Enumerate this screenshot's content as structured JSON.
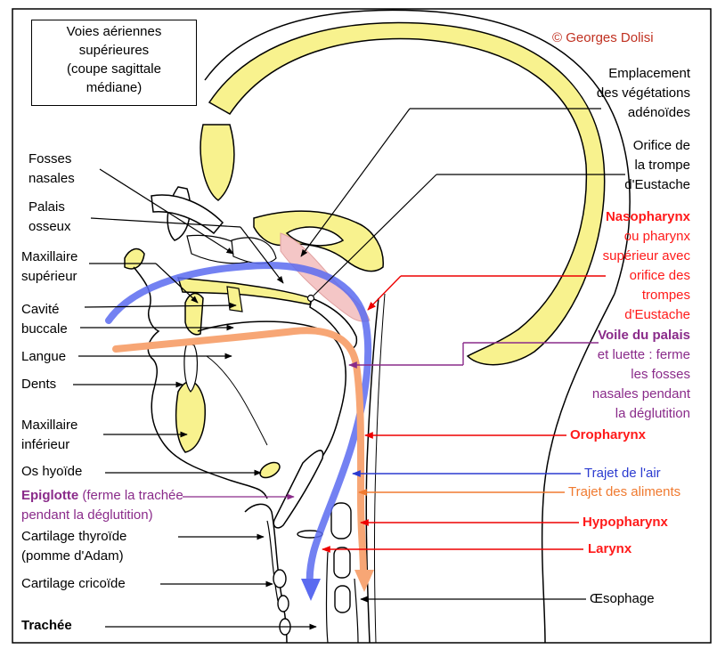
{
  "title": [
    "Voies aériennes",
    "supérieures",
    "(coupe sagittale",
    "médiane)"
  ],
  "copyright": "© Georges Dolisi",
  "colors": {
    "bone": "#f8f28e",
    "air": "#5b6bf0",
    "food": "#f7a675",
    "nasopharynx": "#ff1a1a",
    "soft_palate": "#8a2b8a",
    "pink_tissue": "#f4c6c6"
  },
  "labels": {
    "fosses_nasales": [
      "Fosses",
      "nasales"
    ],
    "palais_osseux": [
      "Palais",
      "osseux"
    ],
    "maxillaire_superieur": [
      "Maxillaire",
      "supérieur"
    ],
    "cavite_buccale": [
      "Cavité",
      "buccale"
    ],
    "langue": "Langue",
    "dents": "Dents",
    "maxillaire_inferieur": [
      "Maxillaire",
      "inférieur"
    ],
    "os_hyoide": "Os hyoïde",
    "epiglotte_bold": "Epiglotte",
    "epiglotte_rest": " (ferme la trachée",
    "epiglotte_line2": "pendant la déglutition)",
    "cartilage_thyroide": [
      "Cartilage thyroïde",
      "(pomme d'Adam)"
    ],
    "cartilage_cricoide": "Cartilage cricoïde",
    "trachee": "Trachée",
    "vegetations": [
      "Emplacement",
      "des végétations",
      "adénoïdes"
    ],
    "trompe": [
      "Orifice de",
      "la trompe",
      "d'Eustache"
    ],
    "nasopharynx_bold": "Nasopharynx",
    "nasopharynx_rest": [
      "ou pharynx",
      "supérieur avec",
      "orifice des",
      "trompes",
      "d'Eustache"
    ],
    "voile_bold": "Voile du palais",
    "voile_rest": [
      "et luette : ferme",
      "les fosses",
      "nasales pendant",
      "la déglutition"
    ],
    "oropharynx": "Oropharynx",
    "trajet_air": "Trajet de l'air",
    "trajet_aliments": "Trajet des aliments",
    "hypopharynx": "Hypopharynx",
    "larynx": "Larynx",
    "oesophage": "Œsophage"
  }
}
